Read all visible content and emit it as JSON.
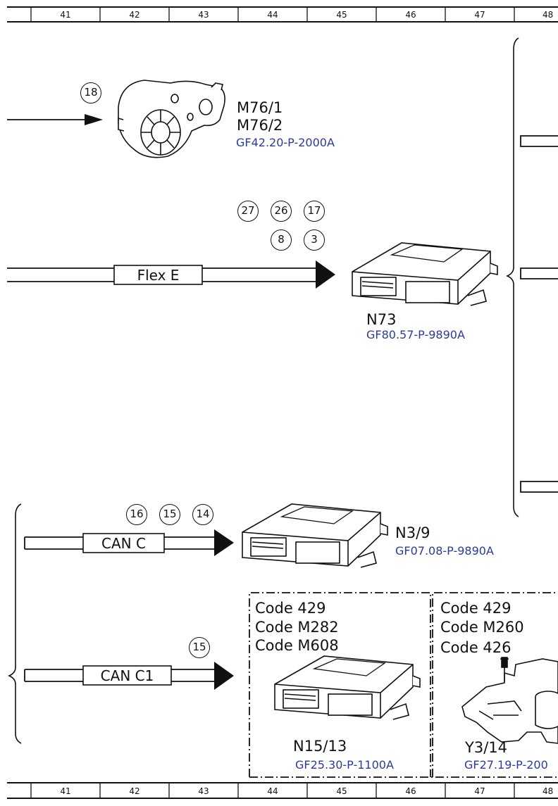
{
  "ruler": {
    "top": [
      "41",
      "42",
      "43",
      "44",
      "45",
      "46",
      "47",
      "48"
    ],
    "bottom": [
      "41",
      "42",
      "43",
      "44",
      "45",
      "46",
      "47",
      "48"
    ]
  },
  "components": {
    "m76": {
      "label_1": "M76/1",
      "label_2": "M76/2",
      "ref": "GF42.20-P-2000A",
      "callout": "18"
    },
    "n73": {
      "label": "N73",
      "ref": "GF80.57-P-9890A",
      "callouts": [
        "27",
        "26",
        "17",
        "8",
        "3"
      ],
      "bus": "Flex E"
    },
    "n3_9": {
      "label": "N3/9",
      "ref": "GF07.08-P-9890A",
      "callouts": [
        "16",
        "15",
        "14"
      ],
      "bus": "CAN C"
    },
    "can_c1": {
      "bus": "CAN C1",
      "callout": "15"
    },
    "n15_13": {
      "codes": [
        "Code 429",
        "Code M282",
        "Code M608"
      ],
      "label": "N15/13",
      "ref": "GF25.30-P-1100A"
    },
    "y3_14": {
      "codes": [
        "Code 429",
        "Code M260",
        "Code 426"
      ],
      "label": "Y3/14",
      "ref": "GF27.19-P-200"
    }
  }
}
